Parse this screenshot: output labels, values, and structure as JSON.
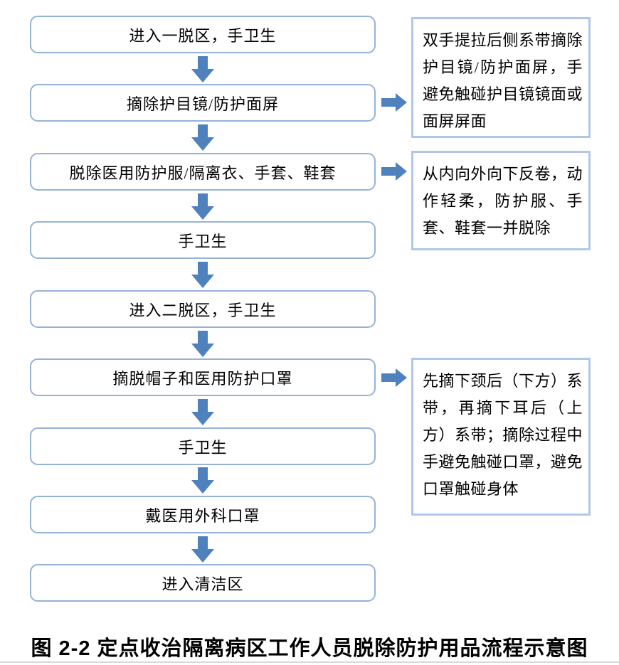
{
  "flow": {
    "steps": [
      {
        "label": "进入一脱区，手卫生"
      },
      {
        "label": "摘除护目镜/防护面屏"
      },
      {
        "label": "脱除医用防护服/隔离衣、手套、鞋套"
      },
      {
        "label": "手卫生"
      },
      {
        "label": "进入二脱区，手卫生"
      },
      {
        "label": "摘脱帽子和医用防护口罩"
      },
      {
        "label": "手卫生"
      },
      {
        "label": "戴医用外科口罩"
      },
      {
        "label": "进入清洁区"
      }
    ],
    "annotations": [
      {
        "text": "双手提拉后侧系带摘除护目镜/防护面屏，手避免触碰护目镜镜面或面屏屏面",
        "attached_step": "摘除护目镜/防护面屏"
      },
      {
        "text": "从内向外向下反卷，动作轻柔，防护服、手套、鞋套一并脱除",
        "attached_step": "脱除医用防护服/隔离衣、手套、鞋套"
      },
      {
        "text": "先摘下颈后（下方）系带，再摘下耳后（上方）系带；摘除过程中手避免触碰口罩，避免口罩触碰身体",
        "attached_step": "摘脱帽子和医用防护口罩"
      }
    ]
  },
  "caption": "图 2-2 定点收治隔离病区工作人员脱除防护用品流程示意图",
  "colors": {
    "arrow_color": "#4F81BD",
    "box_border": "#95B3D7",
    "annotation_border": "#AFC8E7",
    "text_color": "#000000",
    "caption_color": "#000000",
    "divider_color": "#D9D9D9",
    "page_bg": "#FFFFFF"
  }
}
